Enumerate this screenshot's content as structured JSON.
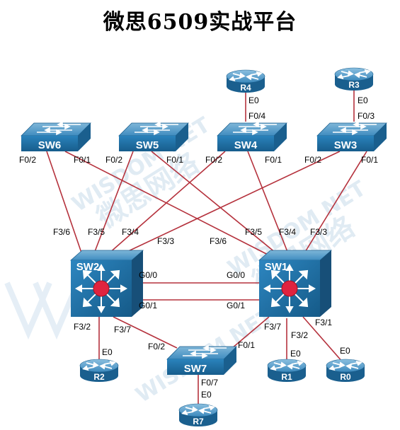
{
  "title": "微思6509实战平台",
  "devices": {
    "sw6": "SW6",
    "sw5": "SW5",
    "sw4": "SW4",
    "sw3": "SW3",
    "sw2": "SW2",
    "sw1": "SW1",
    "sw7": "SW7",
    "r4": "R4",
    "r3": "R3",
    "r2": "R2",
    "r1": "R1",
    "r0": "R0",
    "r7": "R7"
  },
  "ports": {
    "r4_e0": "E0",
    "sw4_f04": "F0/4",
    "r3_e0": "E0",
    "sw3_f03": "F0/3",
    "sw6_f02": "F0/2",
    "sw6_f01": "F0/1",
    "sw5_f02": "F0/2",
    "sw5_f01": "F0/1",
    "sw4_f02": "F0/2",
    "sw4_f01": "F0/1",
    "sw3_f02": "F0/2",
    "sw3_f01": "F0/1",
    "sw2_f36": "F3/6",
    "sw2_f35": "F3/5",
    "sw2_f34": "F3/4",
    "sw2_f33": "F3/3",
    "sw1_f36": "F3/6",
    "sw1_f35": "F3/5",
    "sw1_f34": "F3/4",
    "sw1_f33": "F3/3",
    "sw2_g00": "G0/0",
    "sw1_g00": "G0/0",
    "sw2_g01": "G0/1",
    "sw1_g01": "G0/1",
    "sw2_f32": "F3/2",
    "sw2_f37": "F3/7",
    "sw1_f37": "F3/7",
    "sw1_f32": "F3/2",
    "sw1_f31": "F3/1",
    "sw7_f02": "F0/2",
    "sw7_f01": "F0/1",
    "sw7_f07": "F0/7",
    "r2_e0": "E0",
    "r1_e0": "E0",
    "r0_e0": "E0",
    "r7_e0": "E0"
  },
  "watermark": {
    "brand": "WISDOM NET",
    "cn": "微思网络"
  },
  "colors": {
    "device_blue": "#1f72a8",
    "link_red": "#b5323d",
    "core_red": "#e0233f"
  }
}
